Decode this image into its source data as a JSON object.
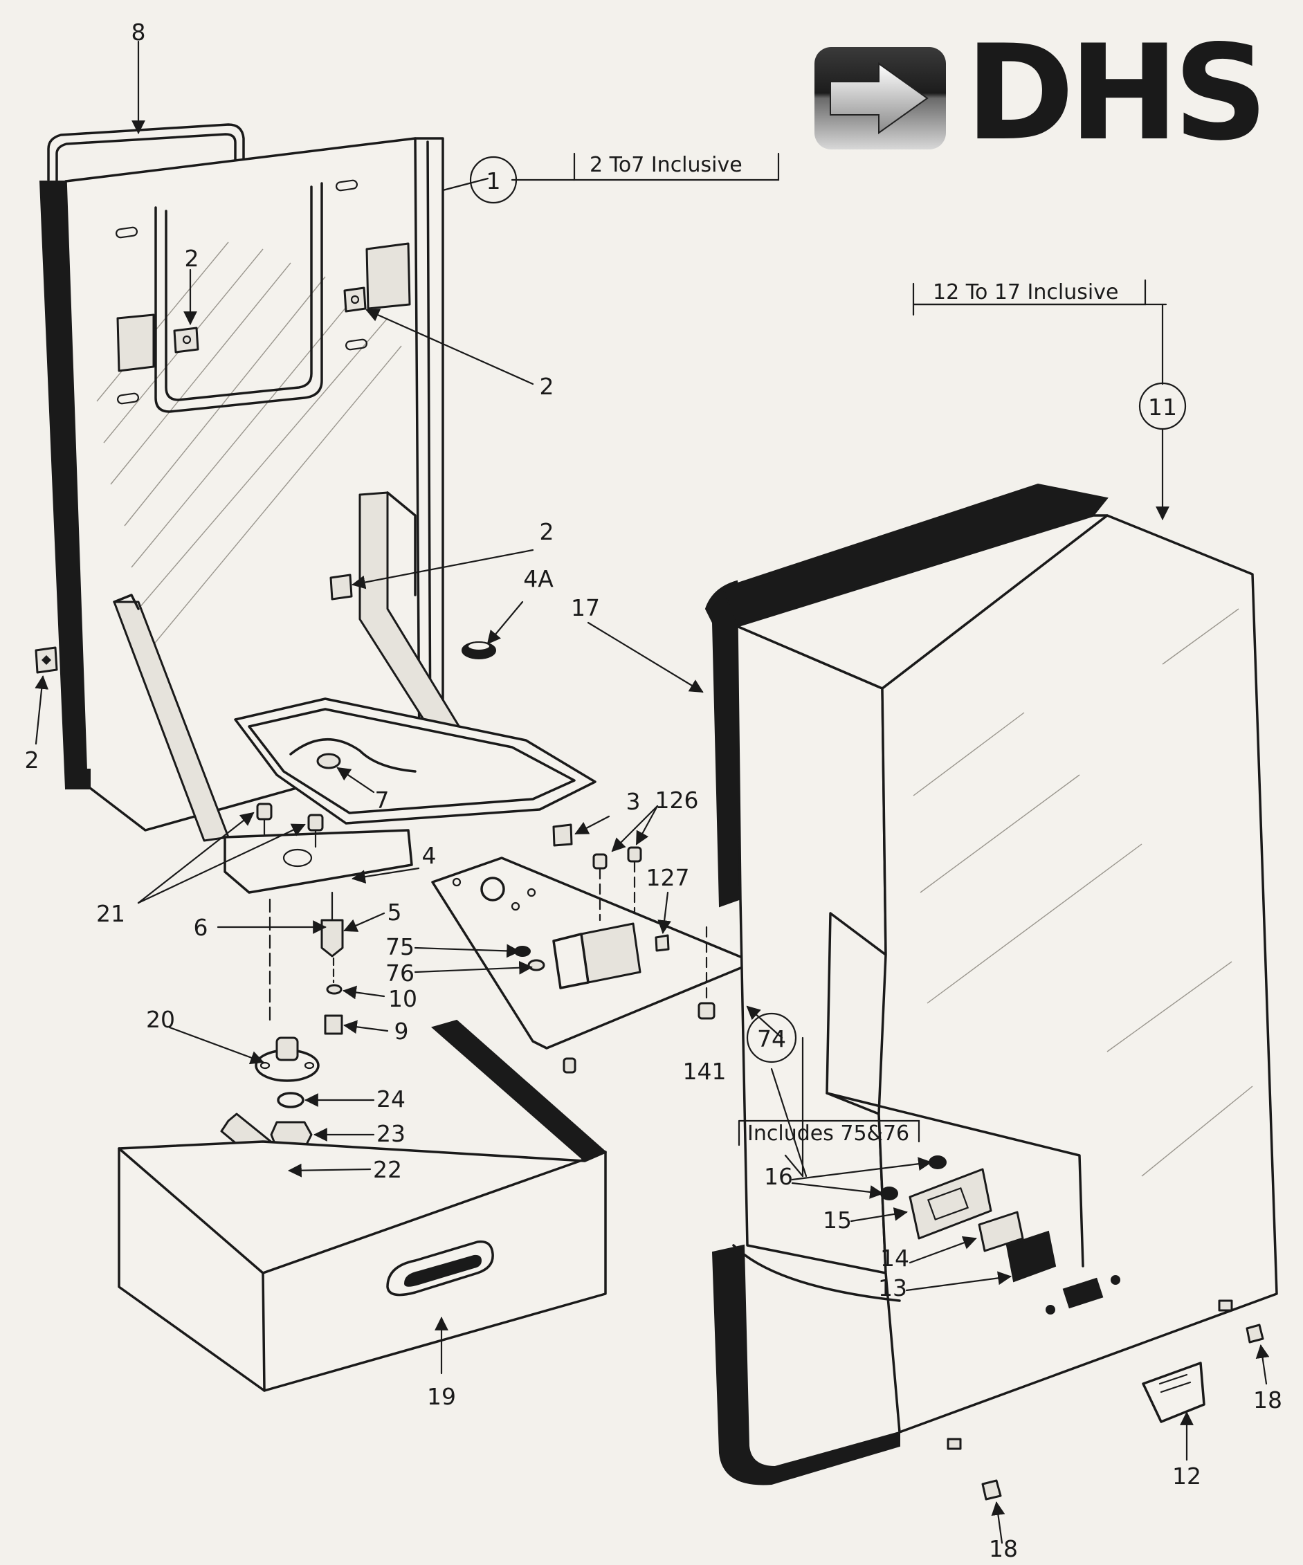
{
  "logo": {
    "text": "DHS",
    "colors": {
      "badge_light": "#d8d8d8",
      "badge_dark": "#1c1c1c",
      "text": "#111111"
    }
  },
  "callouts": {
    "group_1": "2 To7 Inclusive",
    "group_11": "12 To 17 Inclusive",
    "group_74": "Includes 75&76"
  },
  "circled_labels": {
    "item_1": "1",
    "item_11": "11",
    "item_74": "74"
  },
  "part_labels": {
    "p8": "8",
    "p2_top": "2",
    "p2_right": "2",
    "p2_mid": "2",
    "p2_left": "2",
    "p4a": "4A",
    "p17": "17",
    "p7": "7",
    "p3": "3",
    "p126": "126",
    "p127": "127",
    "p4": "4",
    "p21": "21",
    "p6": "6",
    "p5": "5",
    "p75": "75",
    "p76": "76",
    "p10": "10",
    "p9": "9",
    "p20": "20",
    "p24": "24",
    "p23": "23",
    "p22": "22",
    "p141": "141",
    "p19": "19",
    "p16": "16",
    "p15": "15",
    "p14": "14",
    "p13": "13",
    "p12": "12",
    "p18_right": "18",
    "p18_bottom": "18"
  },
  "colors": {
    "ink": "#1a1a1a",
    "paper": "#f3f1ec"
  }
}
